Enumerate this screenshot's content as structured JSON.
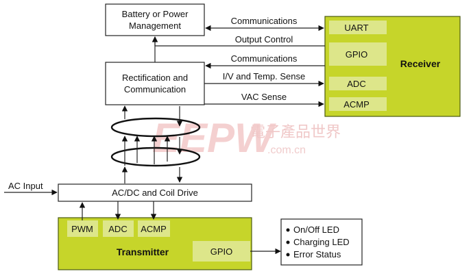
{
  "blocks": {
    "battery": [
      "Battery or Power",
      "Management"
    ],
    "rectification": [
      "Rectification and",
      "Communication"
    ],
    "acdc": "AC/DC and Coil Drive",
    "receiver": "Receiver",
    "transmitter": "Transmitter",
    "led_items": [
      "On/Off LED",
      "Charging LED",
      "Error Status"
    ]
  },
  "receiver_ports": [
    "UART",
    "GPIO",
    "ADC",
    "ACMP"
  ],
  "transmitter_ports": [
    "PWM",
    "ADC",
    "ACMP",
    "GPIO"
  ],
  "links": {
    "communications_top": "Communications",
    "output_control": "Output Control",
    "communications_mid": "Communications",
    "iv_temp": "I/V and Temp. Sense",
    "vac_sense": "VAC Sense",
    "ac_input": "AC Input"
  },
  "watermark": {
    "logo": "EEPW",
    "cn": "電子產品世界",
    "url": ".com.cn"
  },
  "colors": {
    "block_green": "#c6d52a",
    "port_green": "#dde68a",
    "line": "#222222"
  }
}
